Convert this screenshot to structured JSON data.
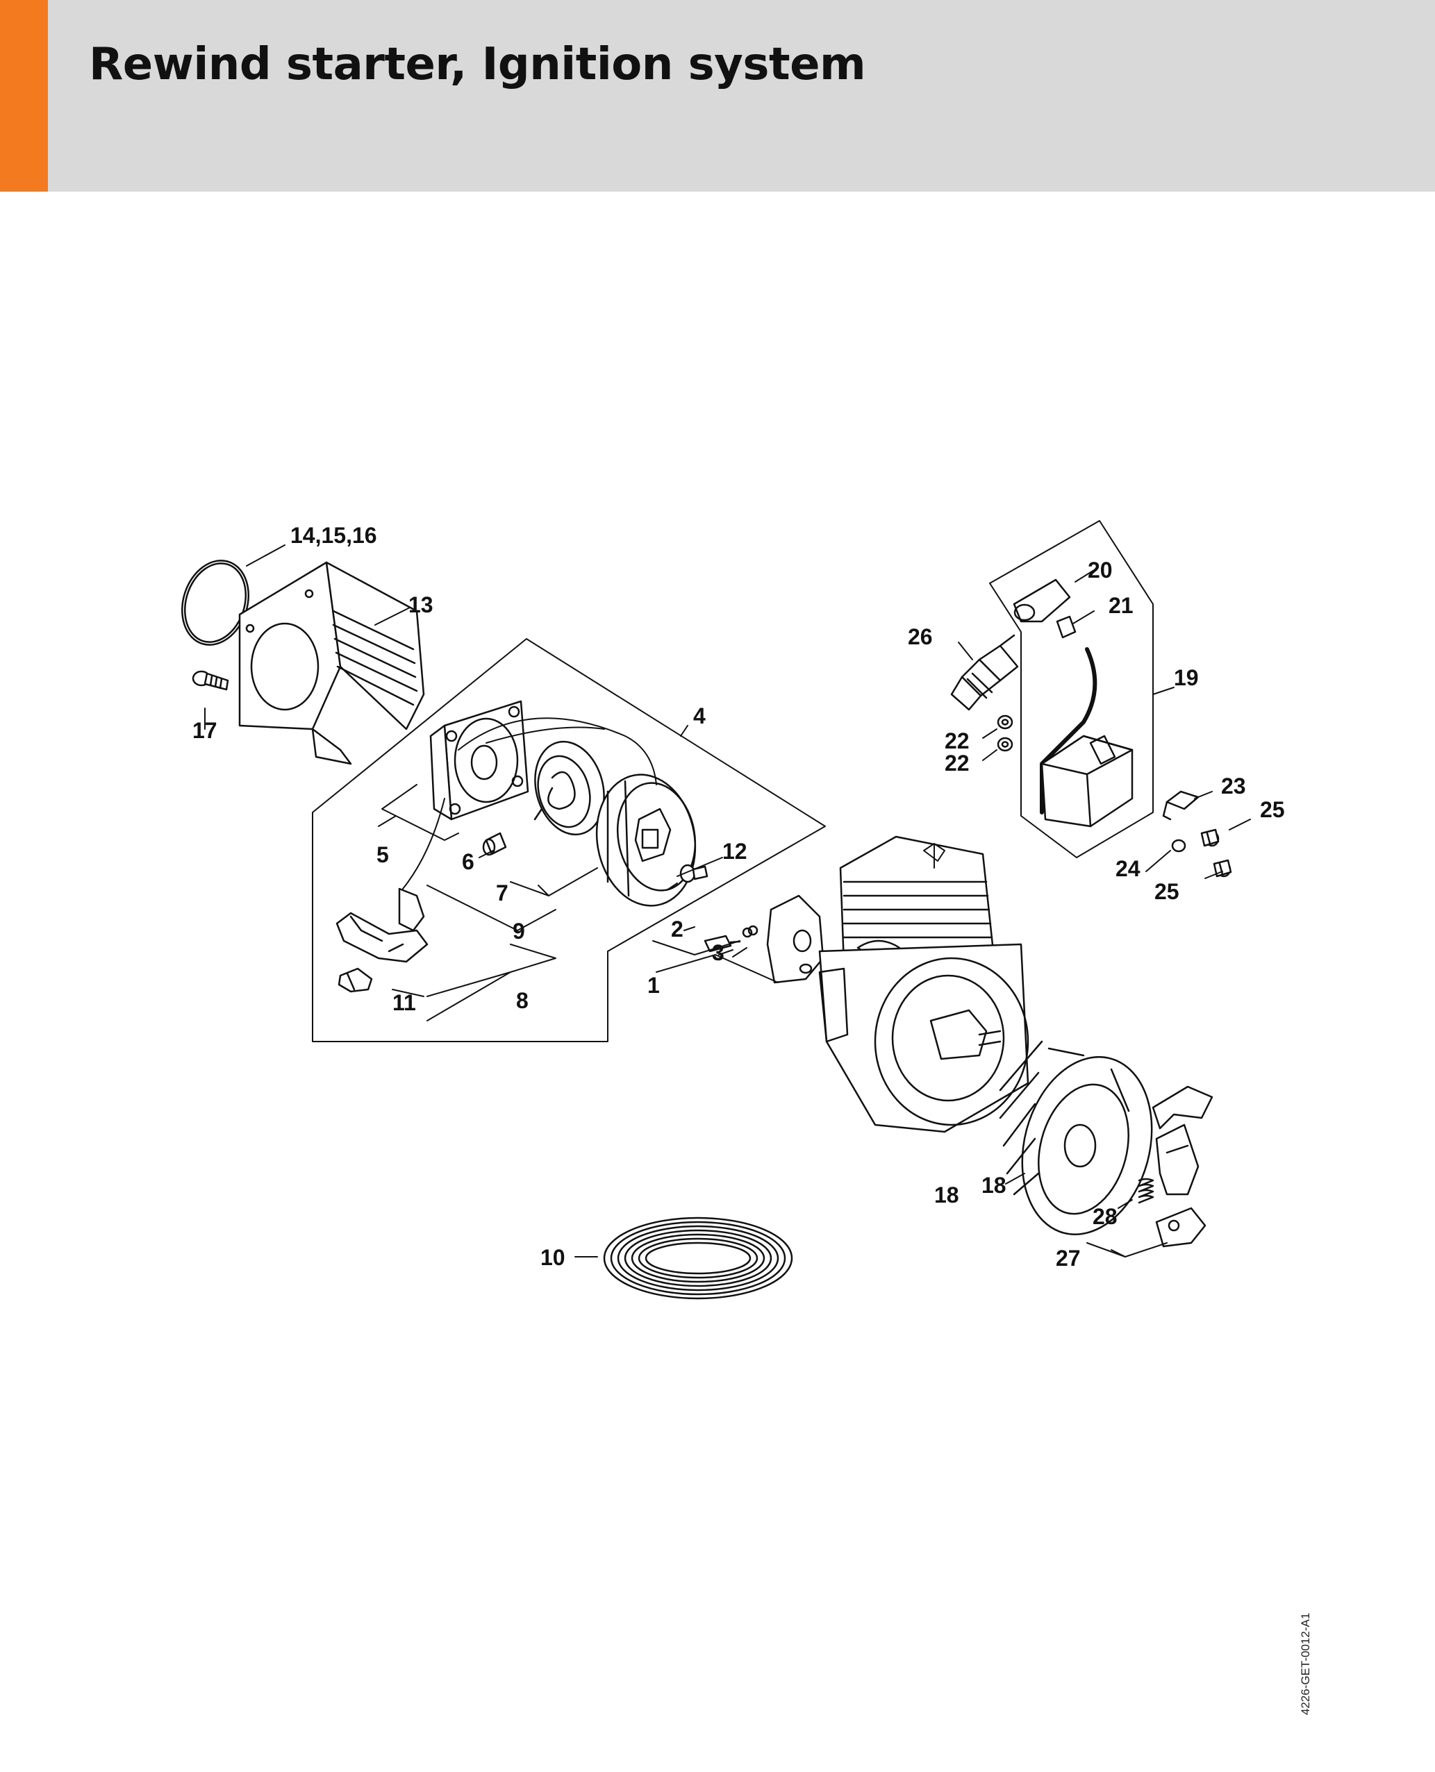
{
  "header": {
    "title": "Rewind starter, Ignition system",
    "accent_color": "#f37a1f",
    "band_color": "#d9d9d9"
  },
  "diagram": {
    "callouts": {
      "p1": "1",
      "p2": "2",
      "p3": "3",
      "p4": "4",
      "p5": "5",
      "p6": "6",
      "p7": "7",
      "p8": "8",
      "p9": "9",
      "p10": "10",
      "p11": "11",
      "p12": "12",
      "p13": "13",
      "p14_16": "14,15,16",
      "p17": "17",
      "p18a": "18",
      "p18b": "18",
      "p19": "19",
      "p20": "20",
      "p21": "21",
      "p22a": "22",
      "p22b": "22",
      "p23": "23",
      "p24": "24",
      "p25a": "25",
      "p25b": "25",
      "p26": "26",
      "p27": "27",
      "p28": "28"
    }
  },
  "footer": {
    "doc_code": "4226-GET-0012-A1"
  }
}
